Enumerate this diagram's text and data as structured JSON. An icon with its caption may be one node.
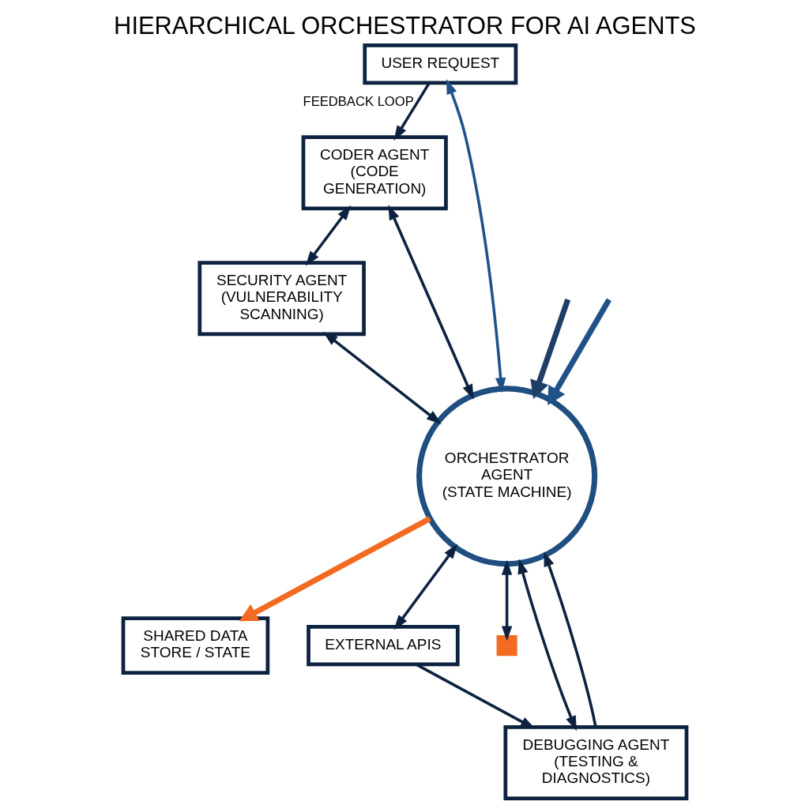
{
  "diagram": {
    "title": "HIERARCHICAL ORCHESTRATOR FOR AI AGENTS",
    "nodes": [
      {
        "text": [
          "CODER AGENT",
          "(CODE GENERATION)"
        ]
      },
      {
        "text": [
          "USER REQUEST"
        ]
      },
      {
        "text": [
          "SECURITY AGENT",
          "(VULNERABILITY SCANNING)"
        ]
      },
      {
        "text": [
          "ORCHESTRATOR AGENT",
          "(STATE MACHINE)"
        ]
      },
      {
        "text": [
          "SHARED DATA STORE / STATE"
        ]
      },
      {
        "text": [
          "EXTERNAL APIS"
        ]
      },
      {
        "text": [],
        "shape": "box"
      },
      {
        "text": [
          "DEBUGGING AGENT",
          "(TESTING & DIAGNOSTICS)"
        ]
      }
    ],
    "edges": [
      {
        "from": 1,
        "to": 0,
        "arrow": "to",
        "label": "FEEDBACK LOOP"
      },
      {
        "from": 0,
        "to": 2,
        "arrow": "both"
      },
      {
        "from": null,
        "to": 3,
        "arrow": "to",
        "style": "thick",
        "color": "#1f3f66"
      },
      {
        "from": 0,
        "to": 3,
        "arrow": "both"
      },
      {
        "from": 2,
        "to": 3,
        "arrow": "both"
      },
      {
        "from": 1,
        "to": 3,
        "arrow": "both",
        "color": "#1f5289"
      },
      {
        "from": null,
        "to": 3,
        "arrow": "to",
        "style": "thick",
        "color": "#1f5289"
      },
      {
        "from": 3,
        "to": 4,
        "arrow": "to",
        "style": "thick",
        "color": "#f26b21"
      },
      {
        "from": 3,
        "to": 5,
        "arrow": "both"
      },
      {
        "from": 3,
        "to": 6,
        "arrow": "both"
      },
      {
        "from": 3,
        "to": 7,
        "arrow": "both"
      },
      {
        "from": 5,
        "to": 7,
        "arrow": "to"
      },
      {
        "from": 7,
        "to": 3,
        "arrow": "to"
      }
    ]
  }
}
